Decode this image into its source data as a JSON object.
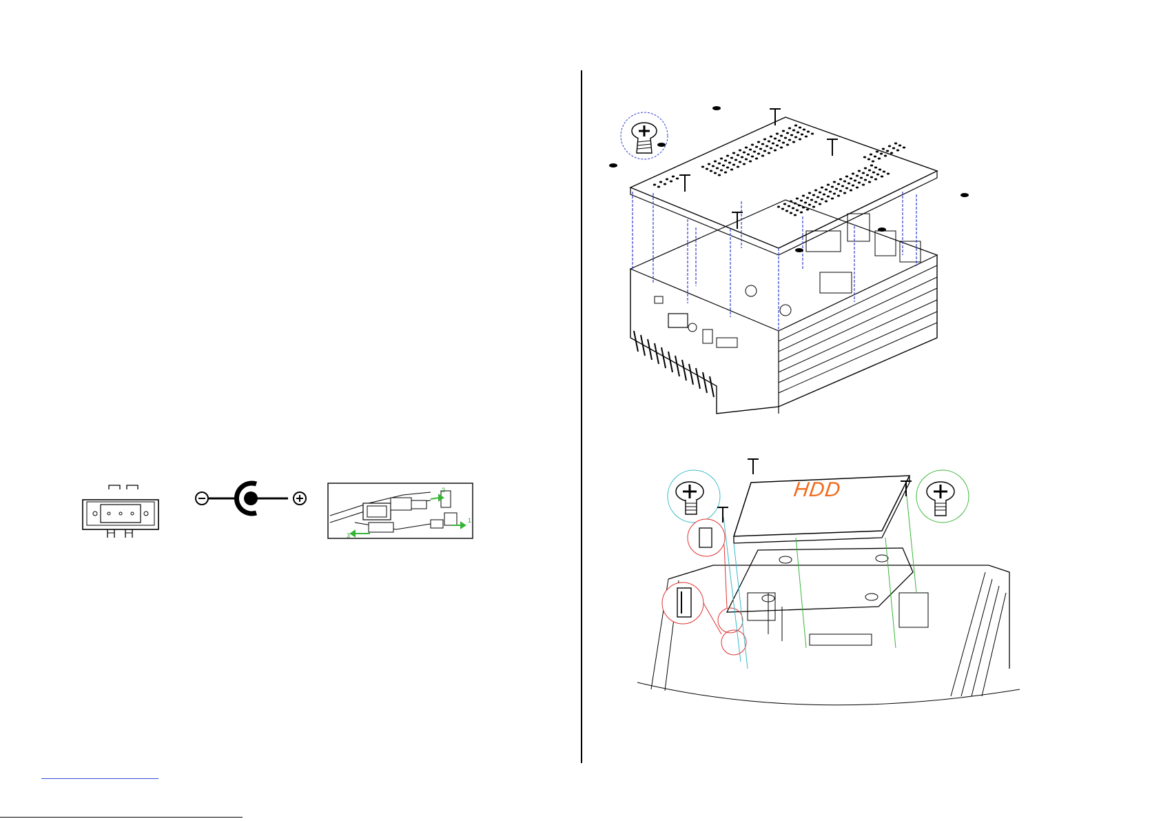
{
  "figures": {
    "hdd_label": "HDD",
    "cable_clamp_steps": [
      "1",
      "2",
      "3"
    ]
  },
  "colors": {
    "hdd_label": "#f26a1b",
    "leader_blue": "#2b3bd0",
    "leader_green": "#35b535",
    "leader_cyan": "#35b8c8",
    "callout_red": "#e03030"
  }
}
